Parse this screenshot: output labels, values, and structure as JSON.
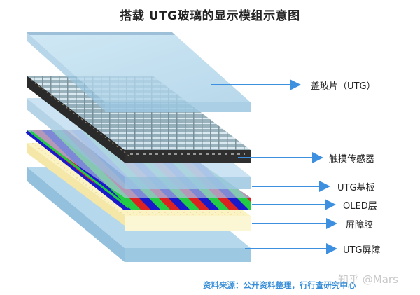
{
  "title": "搭载 UTG玻璃的显示模组示意图",
  "layers": [
    {
      "id": "cover",
      "label": "盖玻片（UTG）",
      "color": "#a9d2ea"
    },
    {
      "id": "touch",
      "label": "触摸传感器",
      "color": "#2b2b2b"
    },
    {
      "id": "substrate",
      "label": "UTG基板",
      "color": "#a9d2ea"
    },
    {
      "id": "oled",
      "label": "OLED层",
      "colors": [
        "#1a1acc",
        "#22cc44",
        "#dd2222"
      ]
    },
    {
      "id": "adhesive",
      "label": "屏障胶",
      "color": "#fbf3c4"
    },
    {
      "id": "barrier",
      "label": "UTG屏障",
      "color": "#a9d2ea"
    }
  ],
  "arrow_color": "#3d8fe0",
  "source": "资料来源：公开资料整理，行行查研究中心",
  "watermark": "知乎 @Mars"
}
